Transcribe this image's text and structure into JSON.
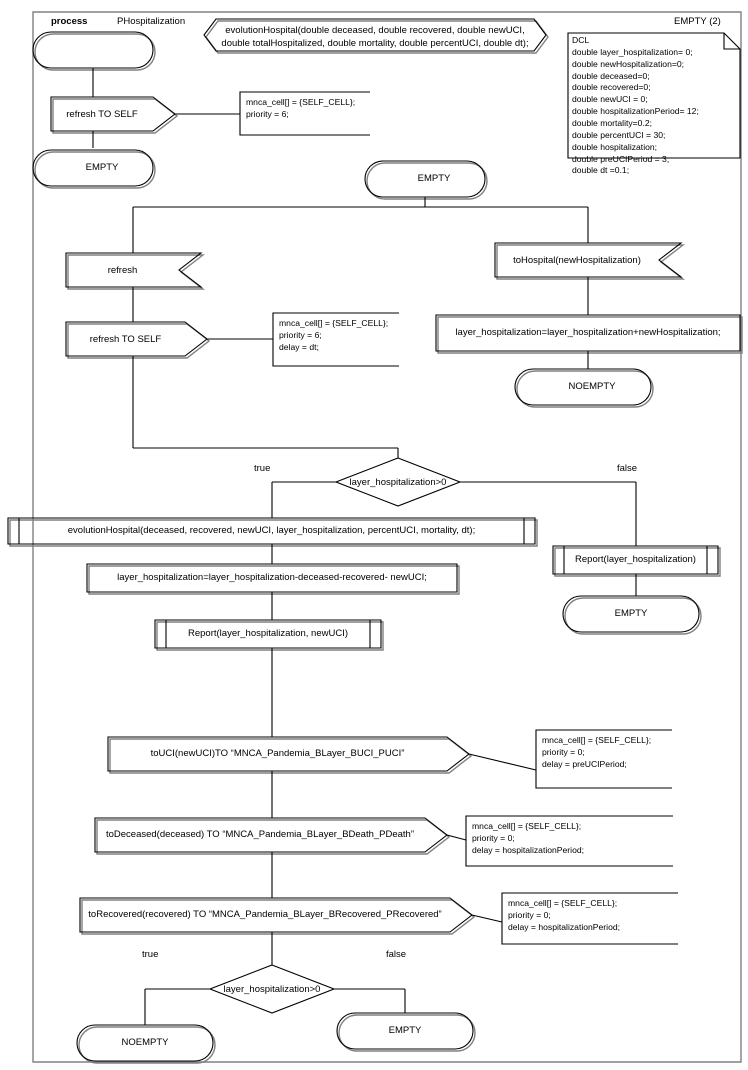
{
  "diagram": {
    "type": "SDL process flowchart",
    "header": {
      "process_keyword": "process",
      "process_name": "PHospitalization",
      "empty_count_label": "EMPTY (2)"
    },
    "procedure_decl": {
      "line1": "evolutionHospital(double deceased, double recovered, double newUCI,",
      "line2": "double totalHospitalized, double mortality, double percentUCI, double dt);"
    },
    "dcl": {
      "title": "DCL",
      "lines": [
        "double layer_hospitalization= 0;",
        "double newHospitalization=0;",
        "double deceased=0;",
        "double recovered=0;",
        "double newUCI = 0;",
        "double hospitalizationPeriod= 12;",
        "double mortality=0.2;",
        "double percentUCI = 30;",
        "double hospitalization;",
        "double preUCIPeriod = 3;",
        "double dt =0.1;"
      ]
    },
    "nodes": {
      "start_state": "",
      "refresh_to_self_1": "refresh TO SELF",
      "empty_1": "EMPTY",
      "empty_top": "EMPTY",
      "refresh_input": "refresh",
      "refresh_to_self_2": "refresh TO SELF",
      "to_hospital_input": "toHospital(newHospitalization)",
      "layer_add_task": "layer_hospitalization=layer_hospitalization+newHospitalization;",
      "noempty_right": "NOEMPTY",
      "decision_1": "layer_hospitalization>0",
      "evolution_call": "evolutionHospital(deceased, recovered, newUCI, layer_hospitalization, percentUCI, mortality, dt);",
      "layer_sub_task": "layer_hospitalization=layer_hospitalization-deceased-recovered- newUCI;",
      "report_two": "Report(layer_hospitalization, newUCI)",
      "report_one": "Report(layer_hospitalization)",
      "empty_false_1": "EMPTY",
      "to_uci": "toUCI(newUCI)TO “MNCA_Pandemia_BLayer_BUCI_PUCI”",
      "to_deceased": "toDeceased(deceased) TO “MNCA_Pandemia_BLayer_BDeath_PDeath”",
      "to_recovered": "toRecovered(recovered) TO “MNCA_Pandemia_BLayer_BRecovered_PRecovered”",
      "decision_2": "layer_hospitalization>0",
      "noempty_bottom": "NOEMPTY",
      "empty_bottom": "EMPTY"
    },
    "branch_labels": {
      "true": "true",
      "false": "false"
    },
    "comments": {
      "c1": [
        "mnca_cell[] = {SELF_CELL};",
        "priority = 6;"
      ],
      "c2": [
        "mnca_cell[] = {SELF_CELL};",
        "priority = 6;",
        "delay = dt;"
      ],
      "c3": [
        "mnca_cell[] = {SELF_CELL};",
        "priority = 0;",
        "delay = preUCIPeriod;"
      ],
      "c4": [
        "mnca_cell[] = {SELF_CELL};",
        "priority = 0;",
        "delay = hospitalizationPeriod;"
      ],
      "c5": [
        "mnca_cell[] = {SELF_CELL};",
        "priority = 0;",
        "delay = hospitalizationPeriod;"
      ]
    },
    "colors": {
      "stroke": "#000000",
      "shadow": "#808080",
      "background": "#ffffff"
    }
  }
}
